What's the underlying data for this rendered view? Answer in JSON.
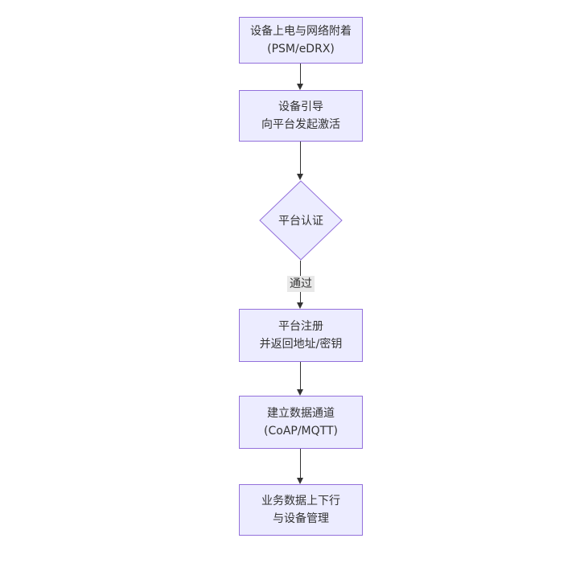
{
  "colors": {
    "canvas_bg": "#ffffff",
    "node_fill": "#ececff",
    "node_border": "#9370db",
    "node_text": "#333333",
    "edge_line": "#333333",
    "edge_label_bg": "#e8e8e8",
    "edge_label_text": "#333333"
  },
  "flow": {
    "type": "flowchart-vertical",
    "nodes": [
      {
        "id": "power-attach",
        "shape": "rect",
        "line1": "设备上电与网络附着",
        "line2": "(PSM/eDRX)"
      },
      {
        "id": "bootstrap",
        "shape": "rect",
        "line1": "设备引导",
        "line2": "向平台发起激活"
      },
      {
        "id": "platform-auth",
        "shape": "diamond",
        "line1": "平台认证",
        "line2": ""
      },
      {
        "id": "platform-register",
        "shape": "rect",
        "line1": "平台注册",
        "line2": "并返回地址/密钥"
      },
      {
        "id": "data-channel",
        "shape": "rect",
        "line1": "建立数据通道",
        "line2": "(CoAP/MQTT)"
      },
      {
        "id": "business-data",
        "shape": "rect",
        "line1": "业务数据上下行",
        "line2": "与设备管理"
      }
    ],
    "edges": [
      {
        "from": "power-attach",
        "to": "bootstrap",
        "label": ""
      },
      {
        "from": "bootstrap",
        "to": "platform-auth",
        "label": ""
      },
      {
        "from": "platform-auth",
        "to": "platform-register",
        "label": "通过"
      },
      {
        "from": "platform-register",
        "to": "data-channel",
        "label": ""
      },
      {
        "from": "data-channel",
        "to": "business-data",
        "label": ""
      }
    ]
  }
}
